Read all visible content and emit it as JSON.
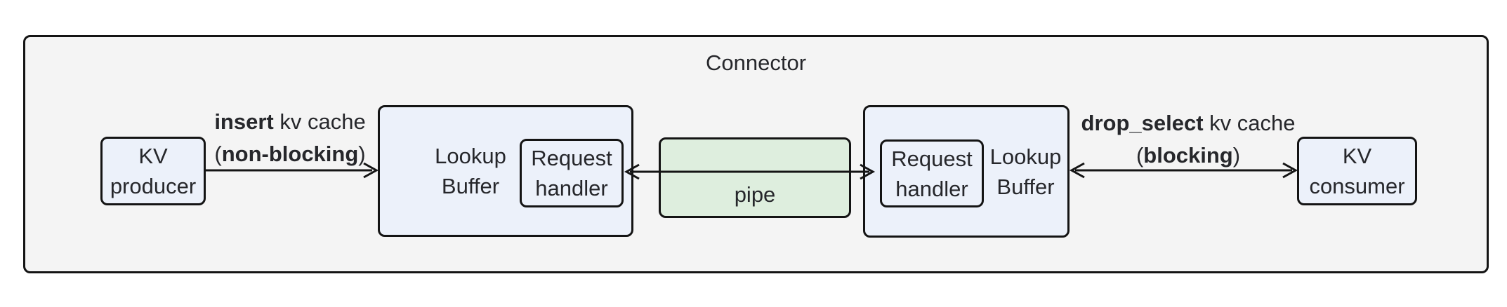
{
  "title": "Connector",
  "nodes": {
    "kv_producer": {
      "line1": "KV",
      "line2": "producer"
    },
    "lookup_buffer_left": {
      "line1": "Lookup",
      "line2": "Buffer"
    },
    "request_handler_left": {
      "line1": "Request",
      "line2": "handler"
    },
    "pipe": {
      "label": "pipe"
    },
    "request_handler_right": {
      "line1": "Request",
      "line2": "handler"
    },
    "lookup_buffer_right": {
      "line1": "Lookup",
      "line2": "Buffer"
    },
    "kv_consumer": {
      "line1": "KV",
      "line2": "consumer"
    }
  },
  "edges": {
    "insert": {
      "line1_bold": "insert",
      "line1_rest": " kv cache",
      "line2_open": "(",
      "line2_bold": "non-blocking",
      "line2_close": ")"
    },
    "drop_select": {
      "line1_bold": "drop_select",
      "line1_rest": " kv cache",
      "line2_open": "(",
      "line2_bold": "blocking",
      "line2_close": ")"
    }
  },
  "colors": {
    "container_fill": "#f4f4f4",
    "container_border": "#141414",
    "node_fill": "#ecf1fa",
    "node_border": "#141414",
    "pipe_fill": "#deeede",
    "arrow": "#141414",
    "text": "#26272b"
  }
}
